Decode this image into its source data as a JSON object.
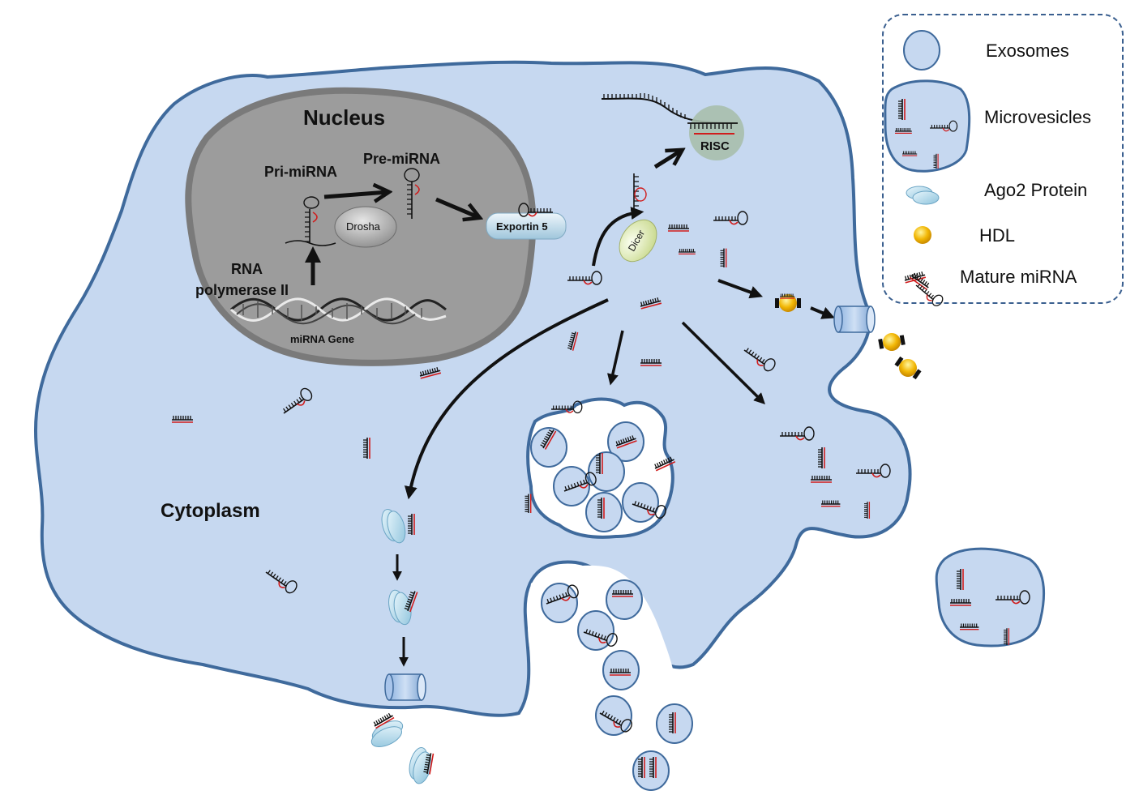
{
  "labels": {
    "nucleus": "Nucleus",
    "pri_mirna": "Pri-miRNA",
    "pre_mirna": "Pre-miRNA",
    "drosha": "Drosha",
    "exportin": "Exportin 5",
    "rna_pol_1": "RNA",
    "rna_pol_2": "polymerase II",
    "mirna_gene": "miRNA Gene",
    "dicer": "Dicer",
    "risc": "RISC",
    "cytoplasm": "Cytoplasm"
  },
  "legend": {
    "exosomes": "Exosomes",
    "microvesicles": "Microvesicles",
    "ago2": "Ago2 Protein",
    "hdl": "HDL",
    "mature_mirna": "Mature miRNA"
  },
  "colors": {
    "cell_fill": "#c6d8f0",
    "cell_stroke": "#3f6a9c",
    "nucleus_fill": "#9c9c9c",
    "nucleus_stroke": "#7a7a7a",
    "risc_fill": "#a7bfac",
    "hdl_gold": "#f2b705",
    "ago2": "#bfe2f2",
    "mirna_red": "#d01c1c"
  }
}
